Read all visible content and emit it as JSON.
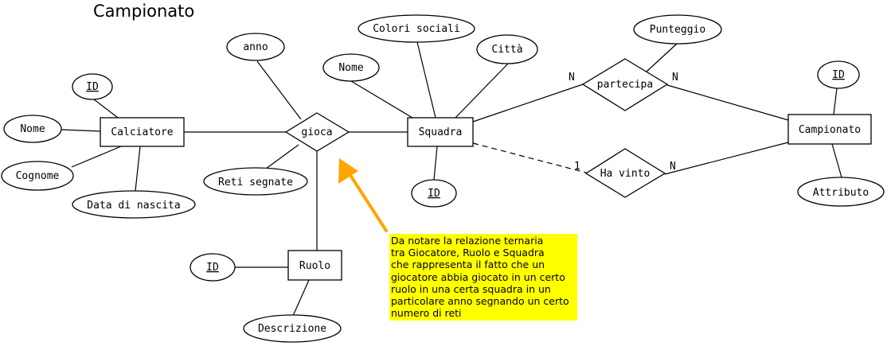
{
  "diagram": {
    "title": "Campionato",
    "entities": {
      "calciatore": "Calciatore",
      "squadra": "Squadra",
      "campionato": "Campionato",
      "ruolo": "Ruolo"
    },
    "relationships": {
      "gioca": "gioca",
      "partecipa": "partecipa",
      "ha_vinto": "Ha vinto"
    },
    "attributes": {
      "calciatore_id": "ID",
      "calciatore_nome": "Nome",
      "calciatore_cognome": "Cognome",
      "calciatore_data_nascita": "Data di nascita",
      "gioca_anno": "anno",
      "gioca_reti": "Reti segnate",
      "squadra_nome": "Nome",
      "squadra_colori": "Colori sociali",
      "squadra_citta": "Città",
      "squadra_id": "ID",
      "partecipa_punteggio": "Punteggio",
      "campionato_id": "ID",
      "campionato_attributo": "Attributo",
      "ruolo_id": "ID",
      "ruolo_descrizione": "Descrizione"
    },
    "cardinalities": {
      "partecipa_squadra": "N",
      "partecipa_campionato": "N",
      "ha_vinto_squadra": "1",
      "ha_vinto_campionato": "N"
    },
    "note": {
      "lines": [
        "Da notare la relazione ternaria",
        "tra Giocatore, Ruolo e Squadra",
        "che rappresenta il fatto che un",
        "giocatore abbia giocato in un certo",
        "ruolo in una certa squadra in un",
        "particolare anno segnando un certo",
        "numero di reti"
      ],
      "background": "#ffff00"
    },
    "arrow_color": "#ffa500"
  }
}
